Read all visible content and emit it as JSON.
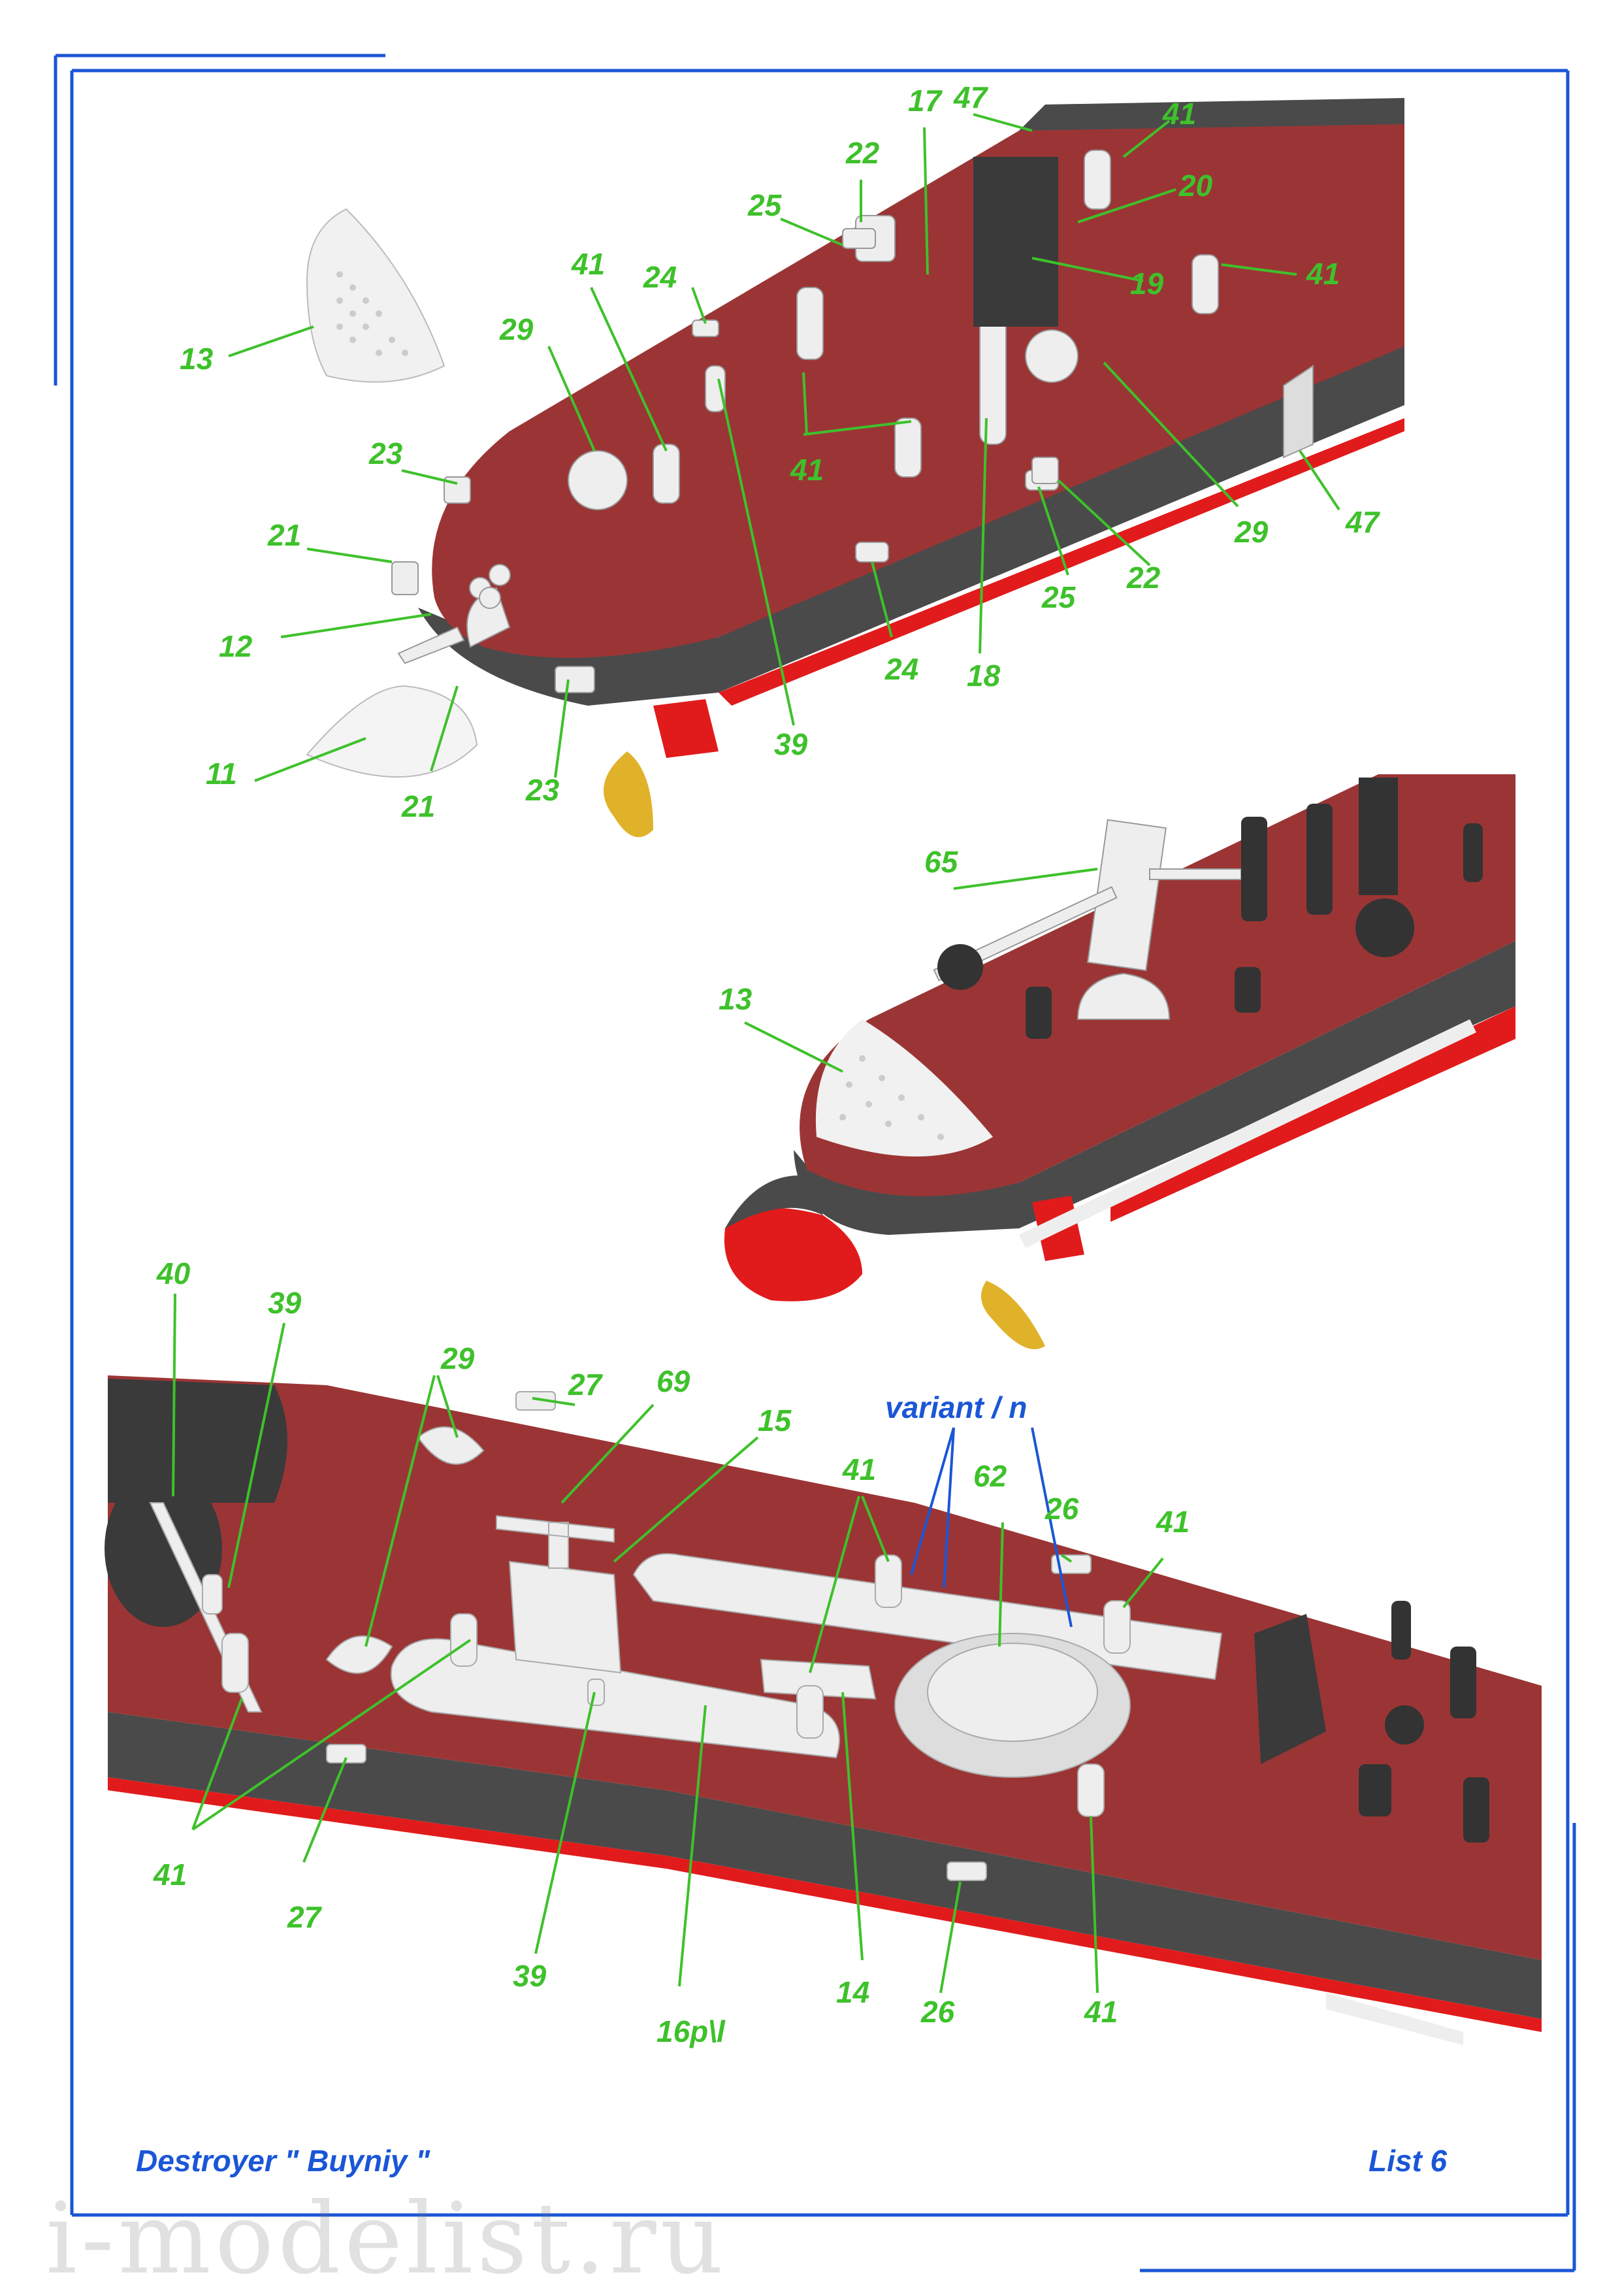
{
  "colors": {
    "frame": "#1a56d6",
    "callout": "#3ec12b",
    "deck": "#9b3535",
    "hull": "#4a4a4a",
    "waterline": "#e11b1b",
    "part": "#eeeeee",
    "propeller": "#e0b22a"
  },
  "callouts_top": [
    "47",
    "17",
    "41",
    "22",
    "20",
    "25",
    "41",
    "19",
    "24",
    "41",
    "13",
    "29",
    "29",
    "23",
    "41",
    "47",
    "21",
    "22",
    "25",
    "12",
    "24",
    "18",
    "39",
    "11",
    "21",
    "23"
  ],
  "callouts_middle": [
    "65",
    "13"
  ],
  "callouts_bottom": [
    "40",
    "39",
    "29",
    "27",
    "69",
    "15",
    "variant / n",
    "41",
    "62",
    "26",
    "41",
    "41",
    "27",
    "39",
    "16p\\l",
    "14",
    "26",
    "41"
  ],
  "footer": {
    "title": "Destroyer  \" Buyniy \"",
    "sheet": "List 6"
  },
  "watermark": "i-modelist.ru"
}
